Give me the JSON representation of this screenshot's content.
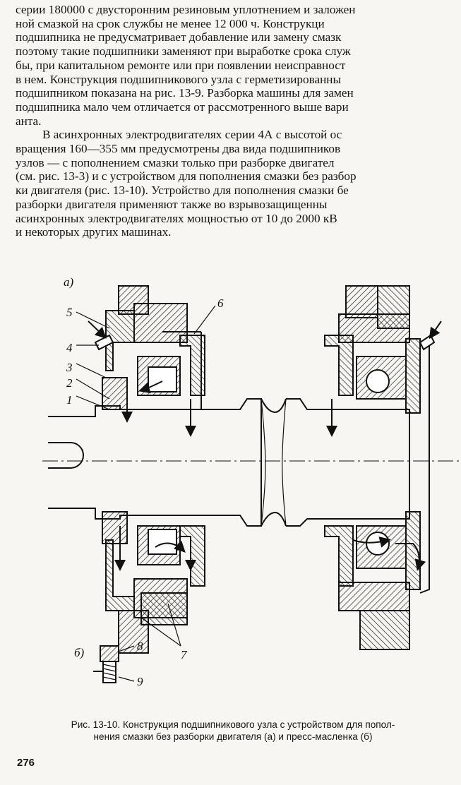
{
  "body_text": {
    "lines": [
      "серии 180000 с двусторонним резиновым уплотнением и заложен",
      "ной смазкой на срок службы не менее 12 000 ч. Конструкци",
      "подшипника не предусматривает добавление или замену смазк",
      "поэтому такие подшипники заменяют при выработке срока служ",
      "бы, при капитальном ремонте или при появлении неисправност",
      "в нем. Конструкция подшипникового узла с герметизированны",
      "подшипником показана на рис. 13-9. Разборка машины для замен",
      "подшипника мало чем отличается от рассмотренного выше вари",
      "анта.",
      "В асинхронных электродвигателях серии 4А с высотой ос",
      "вращения 160—355 мм предусмотрены два вида подшипников",
      "узлов — с пополнением смазки только при разборке двигател",
      "(см. рис. 13-3) и с устройством для пополнения смазки без разбор",
      "ки двигателя (рис. 13-10). Устройство для пополнения смазки бе",
      "разборки двигателя применяют также во взрывозащищенны",
      "асинхронных электродвигателях мощностью от 10 до 2000 кВ",
      "и некоторых других машинах."
    ]
  },
  "figure": {
    "label_a": "а)",
    "label_b": "б)",
    "callouts": [
      "1",
      "2",
      "3",
      "4",
      "5",
      "6",
      "7",
      "8",
      "9"
    ]
  },
  "caption": {
    "line1": "Рис. 13-10. Конструкция подшипникового узла с устройством для попол-",
    "line2": "нения смазки без разборки двигателя (а) и пресс-масленка (б)"
  },
  "page_number": "276"
}
